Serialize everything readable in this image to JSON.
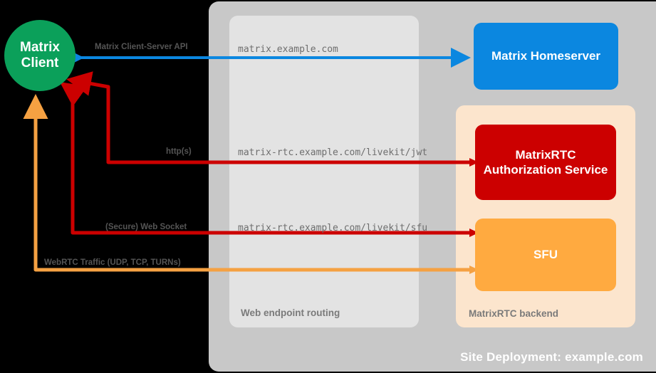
{
  "diagram": {
    "site": {
      "label": "Site Deployment: example.com",
      "color": "#c8c8c8"
    },
    "routing": {
      "label": "Web endpoint routing",
      "color": "#e3e3e3"
    },
    "backend": {
      "label": "MatrixRTC backend",
      "color": "#fce5cd"
    },
    "nodes": {
      "client": {
        "line1": "Matrix",
        "line2": "Client",
        "color": "#0ba05a"
      },
      "homeserver": {
        "label": "Matrix Homeserver",
        "color": "#0b87e0"
      },
      "auth": {
        "label": "MatrixRTC Authorization Service",
        "color": "#cc0000"
      },
      "sfu": {
        "label": "SFU",
        "color": "#ffaa40"
      }
    },
    "endpoints": [
      {
        "text": "matrix.example.com"
      },
      {
        "text": "matrix-rtc.example.com/livekit/jwt"
      },
      {
        "text": "matrix-rtc.example.com/livekit/sfu"
      }
    ],
    "flows": [
      {
        "label": "Matrix Client-Server API",
        "color": "#0b87e0"
      },
      {
        "label": "http(s)",
        "color": "#cc0000"
      },
      {
        "label": "(Secure) Web Socket",
        "color": "#cc0000"
      },
      {
        "label": "WebRTC Traffic (UDP, TCP, TURNs)",
        "color": "#f5a142"
      }
    ]
  }
}
